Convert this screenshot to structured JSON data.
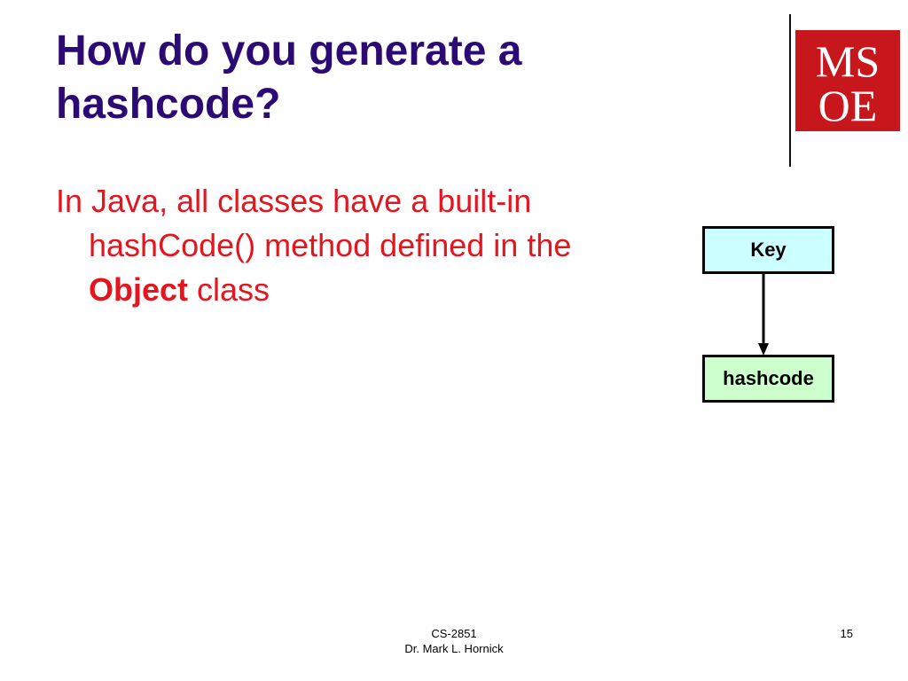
{
  "slide": {
    "title": "How do you generate a hashcode?",
    "bullet": {
      "text_before": "In Java, all classes have a built-in hashCode() method defined in the ",
      "emphasis": "Object",
      "text_after": " class"
    }
  },
  "diagram": {
    "key_label": "Key",
    "hash_label": "hashcode"
  },
  "logo": {
    "line1": "MS",
    "line2": "OE"
  },
  "footer": {
    "course": "CS-2851",
    "author": "Dr. Mark L. Hornick",
    "page": "15"
  },
  "colors": {
    "title": "#2b0a73",
    "body": "#e3161f",
    "logo": "#c8161d",
    "key_box": "#ccffff",
    "hash_box": "#ccffcc"
  }
}
